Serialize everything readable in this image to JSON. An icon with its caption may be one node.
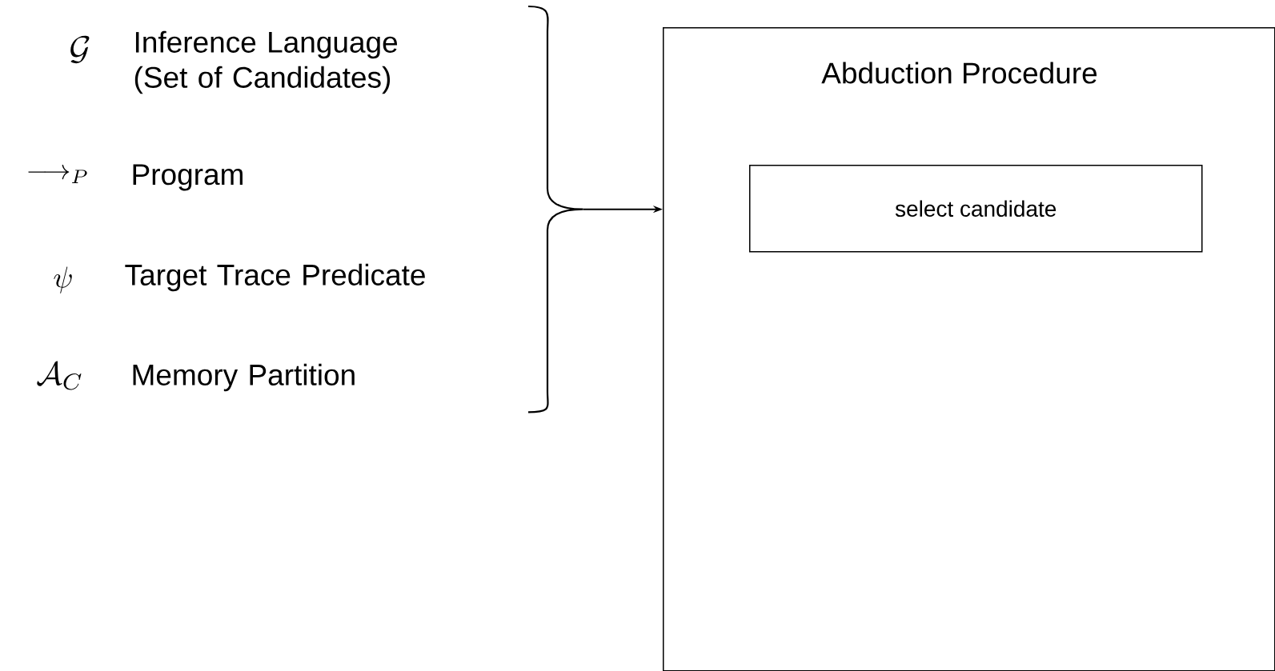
{
  "diagram": {
    "nodes": [
      {
        "text": [],
        "shape": "brace"
      },
      {
        "text": [
          "Abduction Procedure"
        ]
      },
      {
        "text": [
          "select candidate"
        ],
        "in": 1
      }
    ],
    "edges": [
      {
        "from": 0,
        "to": 1,
        "arrow": "to"
      }
    ],
    "labels": [
      "\\mathcal{G}",
      "Inference Language (Set of Candidates)",
      "\\longrightarrow_{P}",
      "Program",
      "\\psi",
      "Target Trace Predicate",
      "\\mathcal{A}_{C}",
      "Memory Partition"
    ]
  }
}
